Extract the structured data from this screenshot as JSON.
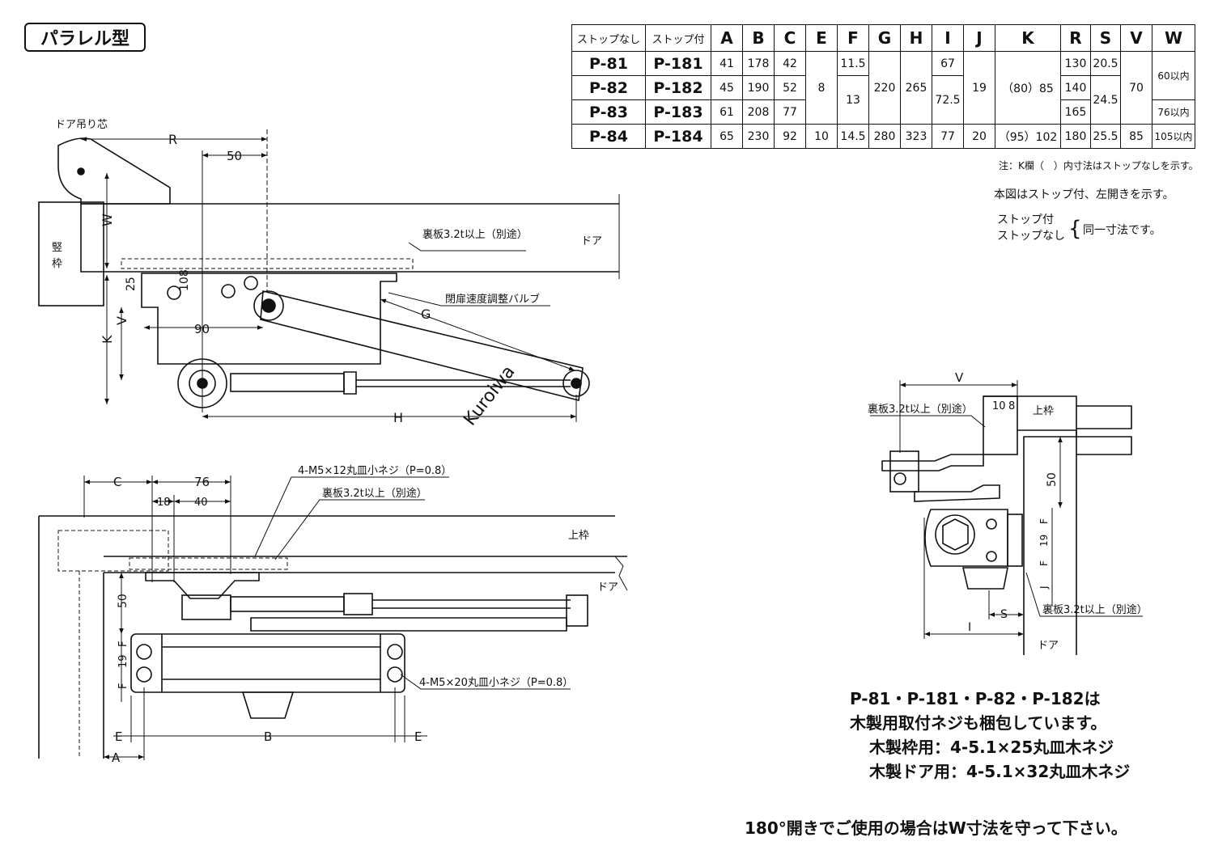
{
  "title": "パラレル型",
  "table": {
    "headers": [
      "ストップなし",
      "ストップ付",
      "A",
      "B",
      "C",
      "E",
      "F",
      "G",
      "H",
      "I",
      "J",
      "K",
      "R",
      "S",
      "V",
      "W"
    ],
    "rows": [
      {
        "nostop": "P-81",
        "stop": "P-181",
        "A": "41",
        "B": "178",
        "C": "42",
        "F": "11.5",
        "I": "67",
        "R": "130",
        "S": "20.5"
      },
      {
        "nostop": "P-82",
        "stop": "P-182",
        "A": "45",
        "B": "190",
        "C": "52",
        "R": "140"
      },
      {
        "nostop": "P-83",
        "stop": "P-183",
        "A": "61",
        "B": "208",
        "C": "77",
        "R": "165"
      },
      {
        "nostop": "P-84",
        "stop": "P-184",
        "A": "65",
        "B": "230",
        "C": "92",
        "E": "10",
        "F": "14.5",
        "G": "280",
        "H": "323",
        "I": "77",
        "J": "20",
        "K": "（95）102",
        "R": "180",
        "S": "25.5",
        "V": "85",
        "W": "105以内"
      }
    ],
    "merged": {
      "E_123": "8",
      "F_23": "13",
      "G_123": "220",
      "H_123": "265",
      "I_23": "72.5",
      "J_123": "19",
      "K_123": "（80）85",
      "S_23": "24.5",
      "V_123": "70",
      "W_12": "60以内",
      "W_3": "76以内"
    }
  },
  "notes": {
    "k_note": "注：K欄（　）内寸法はストップなしを示す。",
    "figure_note": "本図はストップ付、左開きを示す。",
    "stop_with": "ストップ付",
    "stop_without": "ストップなし",
    "same_dims": "同一寸法です。"
  },
  "bottom_notes": {
    "line1": "P-81・P-181・P-82・P-182は",
    "line2": "木製用取付ネジも梱包しています。",
    "line3": "木製枠用：4-5.1×25丸皿木ネジ",
    "line4": "木製ドア用：4-5.1×32丸皿木ネジ",
    "line5": "180°開きでご使用の場合はW寸法を守って下さい。"
  },
  "labels": {
    "door_pivot": "ドア吊り芯",
    "door": "ドア",
    "jamb": "竪枠",
    "backing_plate": "裏板3.2t以上（別途）",
    "valve": "閉扉速度調整バルブ",
    "top_frame": "上枠",
    "screw_top": "4-M5×12丸皿小ネジ（P=0.8）",
    "screw_bottom": "4-M5×20丸皿小ネジ（P=0.8）",
    "watermark": "Kuroiwa",
    "d_R": "R",
    "d_50": "50",
    "d_W": "W",
    "d_25": "25",
    "d_108": "108",
    "d_V": "V",
    "d_K": "K",
    "d_90": "90",
    "d_G": "G",
    "d_H": "H",
    "d_C": "C",
    "d_76": "76",
    "d_18": "18",
    "d_40": "40",
    "d_F": "F",
    "d_19": "19",
    "d_E": "E",
    "d_B": "B",
    "d_A": "A",
    "d_10": "10",
    "d_8": "8",
    "d_S": "S",
    "d_I": "I",
    "d_J": "J"
  }
}
